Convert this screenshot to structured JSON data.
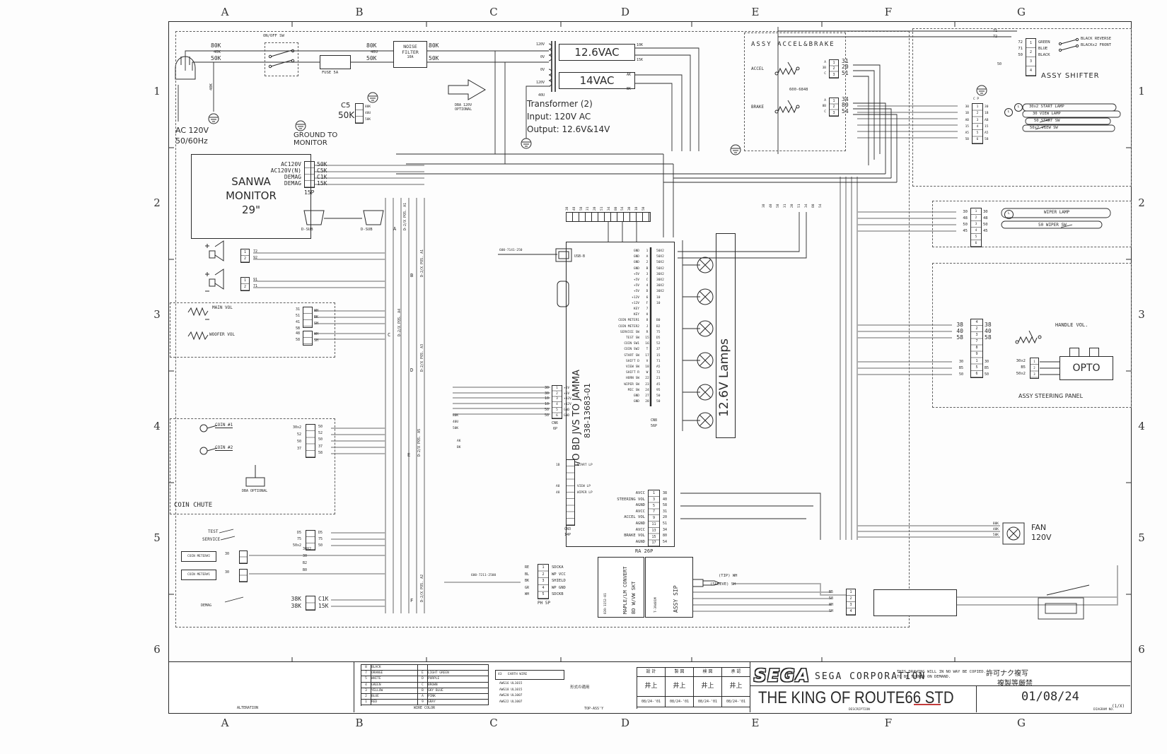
{
  "grid": {
    "cols": [
      "A",
      "B",
      "C",
      "D",
      "E",
      "F",
      "G"
    ],
    "rows": [
      "1",
      "2",
      "3",
      "4",
      "5",
      "6"
    ]
  },
  "power": {
    "source1": "AC 120V",
    "source2": "50/60Hz",
    "on_off_sw": "ON/OFF SW",
    "fuse": "FUSE 5A",
    "noise_filter": [
      "NOISE",
      "FILTER"
    ],
    "noise_filter_rating": "10A",
    "w80k_a": "80K",
    "w50k_a": "50K",
    "w40k": "40K",
    "w80k_b": "80K",
    "w50k_b": "50K",
    "w40u": "40U",
    "w80k_c": "80K",
    "w50k_c": "50K",
    "c5": "C5",
    "c5_value": "50K",
    "c5_stack": [
      "80K",
      "40U",
      "50K"
    ],
    "ground_to_monitor": [
      "GROUND TO",
      "MONITOR"
    ],
    "dba": [
      "DBA 120V",
      "OPTIONAL"
    ]
  },
  "transformer": {
    "label12": "12.6VAC",
    "label14": "14VAC",
    "note": [
      "Transformer (2)",
      "Input: 120V AC",
      "Output: 12.6V&14V"
    ],
    "primary": [
      "120V",
      "0V",
      "0V",
      "120V",
      "40U"
    ],
    "sec12": [
      "10K",
      "15K"
    ],
    "sec14": [
      "AK",
      "BK"
    ]
  },
  "monitor": {
    "name": [
      "SANWA",
      "MONITOR",
      "29\""
    ],
    "pins": [
      "AC120V",
      "AC120V(N)",
      "DEMAG",
      "DEMAG"
    ],
    "wires": [
      "50K",
      "C5K",
      "C1K",
      "15K"
    ],
    "conn": "15P",
    "dsub1": "D-SUB",
    "dsub2": "D-SUB"
  },
  "audio": {
    "spk1": [
      "72",
      "92"
    ],
    "spk1_pins": [
      "1",
      "2"
    ],
    "spk2": [
      "91",
      "71"
    ],
    "spk2_pins": [
      "1",
      "2"
    ],
    "main_vol": "MAIN VOL",
    "woofer_vol": "WOOFER VOL",
    "main_w": [
      "31",
      "51",
      "41",
      "5B"
    ],
    "main_c": [
      "WH",
      "BK",
      "SH"
    ],
    "woofer_w": [
      "48",
      "58"
    ],
    "woofer_c": [
      "WH",
      "SH"
    ]
  },
  "coin": {
    "label": "COIN CHUTE",
    "c1": "COIN #1",
    "c2": "COIN #2",
    "left": [
      "30x2",
      "52",
      "50",
      "37"
    ],
    "right": [
      "50",
      "52",
      "50",
      "37",
      "58"
    ],
    "dba": "DBA OPTIONAL"
  },
  "service": {
    "test": "TEST",
    "service": "SERVICE",
    "left": [
      "D5",
      "75",
      "50x2"
    ],
    "right": [
      "D5",
      "75",
      "50"
    ]
  },
  "meters": {
    "name2": "COIN METER",
    "n2": "#2",
    "name1": "COIN METER",
    "n1": "#1",
    "w2": "30",
    "w1": "30",
    "bus": [
      "30X2",
      "30",
      "B2",
      "B0"
    ]
  },
  "demag": {
    "label": "DEMAG",
    "left": [
      "38K",
      "38K"
    ],
    "right": [
      "C1K",
      "15K"
    ]
  },
  "pos_labels": [
    {
      "letter": "A",
      "text": "D-2/X POS. A1"
    },
    {
      "letter": "B",
      "text": "D-2/X POS. A1"
    },
    {
      "letter": "C",
      "text": "D-2/X POS. A4"
    },
    {
      "letter": "D",
      "text": "D-2/X POS. A3"
    },
    {
      "letter": "E",
      "text": "D-2/X POS. A5"
    },
    {
      "letter": "F",
      "text": "D-2/X POS. A2"
    }
  ],
  "io": {
    "title": "I/O BD JVS TO JAMMA",
    "pn": "838-13683-01",
    "usb": "USB-B",
    "usb_cable": "600-7141-250",
    "jamma_names": [
      "GND",
      "GND",
      "GND",
      "GND",
      "+5V",
      "+5V",
      "+5V",
      "+5V",
      "+12V",
      "+12V",
      "KEY",
      "KEY",
      "COIN METER1",
      "COIN METER2",
      "SERVICE SW",
      "TEST SW",
      "COIN SW1",
      "COIN SW2",
      "START SW",
      "SHIFT D",
      "VIEW SW",
      "SHIFT R",
      "HORN SW",
      "WIPER SW",
      "MIC SW",
      "GND",
      "GND"
    ],
    "jamma_pins": [
      "1",
      "A",
      "2",
      "B",
      "3",
      "C",
      "4",
      "D",
      "6",
      "F",
      "7",
      "H",
      "8",
      "J",
      "R",
      "15",
      "16",
      "T",
      "17",
      "V",
      "18",
      "W",
      "22",
      "23",
      "24",
      "27",
      "28"
    ],
    "jamma_wires": [
      "50X2",
      "50X2",
      "50X2",
      "50X2",
      "30X2",
      "30X2",
      "30X2",
      "30X2",
      "10",
      "10",
      "",
      "",
      "B0",
      "B2",
      "75",
      "D5",
      "52",
      "37",
      "15",
      "71",
      "A5",
      "72",
      "21",
      "45",
      "95",
      "50",
      "50"
    ],
    "cn6_wires": [
      "30",
      "30",
      "10",
      "10",
      "50",
      "50"
    ],
    "cn6_pins": [
      "1",
      "2",
      "3",
      "4",
      "5",
      "6"
    ],
    "cn6_names": [
      "+5V",
      "+5V",
      "+12V",
      "+12V",
      "GND",
      "GND"
    ],
    "cn6": "CN6",
    "cn6_size": "6P",
    "stack1": [
      "80K",
      "40U",
      "50K"
    ],
    "stack2": [
      "AK",
      "BK"
    ],
    "lp1": "START LP",
    "lp2": "VIEW LP",
    "lp3": "WIPER LP",
    "lp1w": "1B",
    "lp2w": "A8",
    "lp3w": "48",
    "cn3": "CN3",
    "cn3_size": "14P",
    "ra_names": [
      "AVCC",
      "STEERING VOL",
      "AGND",
      "AVCC",
      "ACCEL VOL",
      "AGND",
      "AVCC",
      "BRAKE VOL",
      "AGND"
    ],
    "ra_pins": [
      "1",
      "3",
      "5",
      "7",
      "9",
      "11",
      "13",
      "15",
      "17"
    ],
    "ra_wires": [
      "38",
      "40",
      "58",
      "31",
      "20",
      "51",
      "34",
      "80",
      "54"
    ],
    "ra": "RA 26P",
    "cn8": "CN8",
    "cn8_size": "56P",
    "bundle": [
      "38",
      "48",
      "58",
      "31",
      "20",
      "51",
      "34",
      "80",
      "54",
      "30",
      "10",
      "50"
    ],
    "bundle2": [
      "38",
      "40",
      "58",
      "31",
      "20",
      "51",
      "34",
      "80",
      "54"
    ]
  },
  "lamps": {
    "label": "12.6V Lamps"
  },
  "maple": {
    "wires": [
      "RE",
      "BL",
      "BK",
      "GR",
      "WH"
    ],
    "pins": [
      "1",
      "2",
      "3",
      "4",
      "5"
    ],
    "names": [
      "SDCKA",
      "WP VCC",
      "SHIELD",
      "WP GND",
      "SDCKB"
    ],
    "conn": "PH 5P",
    "cable": "600-7211-2500",
    "board1": "MAPLE/LM CONVERT",
    "board2": "BD W/VW SKT",
    "board_pn": "839-1152-01"
  },
  "sip": {
    "label": "ASSY SIP",
    "pn": "T-39401M",
    "tip": "(TIP) WH",
    "sleeve": "(SLEEVE) SH"
  },
  "amp": {
    "wires": [
      "B5",
      "58",
      "WH",
      "SH"
    ],
    "pins": [
      "1",
      "2",
      "3",
      "4"
    ]
  },
  "accel_brake": {
    "label": "ASSY ACCEL&BRAKE",
    "pn": "600-6848",
    "accel": "ACCEL",
    "brake": "BRAKE",
    "accel_t": [
      "A",
      "3B",
      "C"
    ],
    "accel_p": [
      "1",
      "2",
      "3"
    ],
    "accel_w": [
      "31",
      "20",
      "51"
    ],
    "brake_t": [
      "A",
      "8B",
      "C"
    ],
    "brake_p": [
      "1",
      "2",
      "3"
    ],
    "brake_w": [
      "34",
      "80",
      "54"
    ]
  },
  "shifter": {
    "label": "ASSY SHIFTER",
    "top": [
      "71",
      "72"
    ],
    "w": [
      "72",
      "71",
      "50"
    ],
    "pins": [
      "1",
      "2",
      "3",
      "4"
    ],
    "colors": [
      "GREEN",
      "BLUE",
      "BLACK"
    ],
    "sw1": "BLACK   REVERSE",
    "sw2": "BLACKx2  FRONT",
    "w50": "50"
  },
  "panel": {
    "hdr": "C P",
    "pins": [
      "1",
      "2",
      "3",
      "4",
      "5",
      "6"
    ],
    "l": [
      "30",
      "1B",
      "AB",
      "15",
      "A5",
      "5B"
    ],
    "r": [
      "30",
      "1B",
      "AB",
      "15",
      "A5",
      "5B"
    ],
    "lamp_icon": "L",
    "row1": "30x2   START LAMP",
    "row2": "30   VIEW LAMP",
    "row3": "50   START SW",
    "row4": "50x2  VIEW SW"
  },
  "wiper": {
    "pins": [
      "1",
      "2",
      "3",
      "4",
      "5",
      "6"
    ],
    "l": [
      "30",
      "48",
      "50",
      "45"
    ],
    "r": [
      "30",
      "48",
      "50",
      "45"
    ],
    "lamp_icon": "L",
    "lamp": "WIPER LAMP",
    "sw": "50   WIPER SW"
  },
  "steering": {
    "label": "ASSY STEERING PANEL",
    "vol": "HANDLE VOL.",
    "pins": [
      "4",
      "2",
      "3",
      "7",
      "8",
      "9",
      "1",
      "5",
      "6"
    ],
    "l": [
      "38",
      "40",
      "58"
    ],
    "r": [
      "38",
      "40",
      "58"
    ],
    "l2": [
      "30",
      "B5",
      "50"
    ],
    "r2": [
      "30",
      "B5",
      "50"
    ],
    "opto_w": [
      "30x2",
      "B5",
      "50x2"
    ],
    "opto_p": [
      "1",
      "2",
      "3"
    ],
    "opto": "OPTO"
  },
  "fan": {
    "name": "FAN",
    "volt": "120V",
    "wires": [
      "80K",
      "40K",
      "50K"
    ]
  },
  "legend": {
    "rows": [
      [
        "8",
        "BLACK",
        "",
        ""
      ],
      [
        "7",
        "ORANGE",
        "E",
        "LIGHT GREEN"
      ],
      [
        "5",
        "WHITE",
        "D",
        "PURPLE"
      ],
      [
        "4",
        "GREEN",
        "C",
        "BROWN"
      ],
      [
        "3",
        "YELLOW",
        "B",
        "SKY BLUE"
      ],
      [
        "2",
        "BLUE",
        "A",
        "PINK"
      ],
      [
        "1",
        "RED",
        "9",
        "GRAY"
      ]
    ],
    "earth_code": "43",
    "earth": "EARTH WIRE",
    "gauges": [
      "AWG16 UL1015",
      "AWG18 UL1015",
      "AWG20 UL1007",
      "AWG22 UL1007"
    ],
    "wire_color": "WIRE COLOR",
    "alteration": "ALTERATION",
    "top_assy": "TOP-ASS'Y",
    "model": "形式の適用"
  },
  "titleblock": {
    "approve_h": [
      "設 計",
      "製 図",
      "検 図",
      "承 認"
    ],
    "approve_n": [
      "井上",
      "井上",
      "井上",
      "井上"
    ],
    "approve_d": [
      "08/24-'01",
      "08/24-'01",
      "08/24-'01",
      "08/24-'01"
    ],
    "logo": "SEGA",
    "company": "SEGA CORPORATION",
    "notice1": "THIS DRAWING WILL IN NO WAY BE COPIED.",
    "notice2": "TO BE TURNED ON DEMAND.",
    "jp1": "許可ナク複写",
    "jp2": "複製等厳禁",
    "title": "THE KING OF ROUTE66 STD",
    "date": "01/08/24",
    "sheet_no": "(1/X)",
    "description": "DESCRIPTION",
    "diagram_no": "DIAGRAM NO."
  }
}
